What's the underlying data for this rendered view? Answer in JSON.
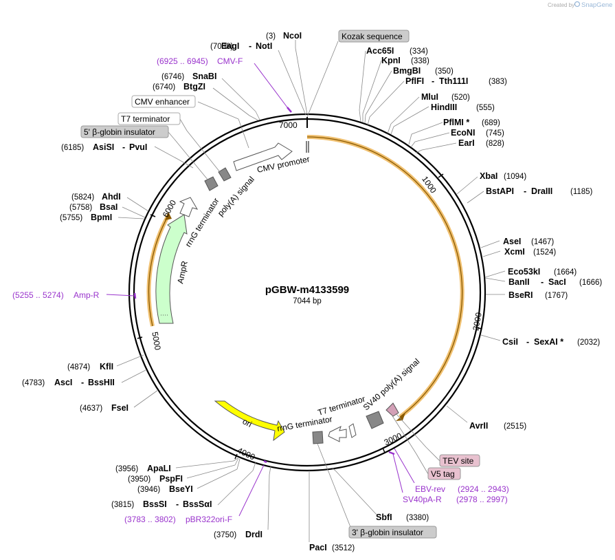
{
  "brand": {
    "created_by": "Created by",
    "app": "SnapGene"
  },
  "plasmid": {
    "name": "pGBW-m4133599",
    "length": "7044 bp"
  },
  "ticks": [
    "1000",
    "2000",
    "3000",
    "4000",
    "5000",
    "6000",
    "7000"
  ],
  "features": [
    {
      "name": "CMV enhancer"
    },
    {
      "name": "CMV promoter"
    },
    {
      "name": "T7 terminator"
    },
    {
      "name": "5' β-globin insulator"
    },
    {
      "name": "poly(A) signal"
    },
    {
      "name": "rrnG terminator"
    },
    {
      "name": "AmpR"
    },
    {
      "name": "ori"
    },
    {
      "name": "rrnG terminator"
    },
    {
      "name": "T7 terminator"
    },
    {
      "name": "SV40 poly(A) signal"
    },
    {
      "name": "Kozak sequence"
    },
    {
      "name": "TEV site"
    },
    {
      "name": "V5 tag"
    },
    {
      "name": "3' β-globin insulator"
    }
  ],
  "sites": [
    {
      "pos": "(3)",
      "name": "NcoI"
    },
    {
      "pos": "(7038)",
      "name": "EagI",
      "name2": "NotI"
    },
    {
      "pos": "(6746)",
      "name": "SnaBI"
    },
    {
      "pos": "(6740)",
      "name": "BtgZI"
    },
    {
      "pos": "(6185)",
      "name": "AsiSI",
      "name2": "PvuI"
    },
    {
      "pos": "(5824)",
      "name": "AhdI"
    },
    {
      "pos": "(5758)",
      "name": "BsaI"
    },
    {
      "pos": "(5755)",
      "name": "BpmI"
    },
    {
      "pos": "(4874)",
      "name": "KflI"
    },
    {
      "pos": "(4783)",
      "name": "AscI",
      "name2": "BssHII"
    },
    {
      "pos": "(4637)",
      "name": "FseI"
    },
    {
      "pos": "(3956)",
      "name": "ApaLI"
    },
    {
      "pos": "(3950)",
      "name": "PspFI"
    },
    {
      "pos": "(3946)",
      "name": "BseYI"
    },
    {
      "pos": "(3815)",
      "name": "BssSI",
      "name2": "BssSαI"
    },
    {
      "pos": "(3750)",
      "name": "DrdI"
    },
    {
      "pos": "(3512)",
      "name": "PacI"
    },
    {
      "pos": "(3380)",
      "name": "SbfI"
    },
    {
      "pos": "(2515)",
      "name": "AvrII"
    },
    {
      "pos": "(2032)",
      "name": "CsiI",
      "name2": "SexAI *"
    },
    {
      "pos": "(1767)",
      "name": "BseRI"
    },
    {
      "pos": "(1666)",
      "name": "BanII",
      "name2": "SacI"
    },
    {
      "pos": "(1664)",
      "name": "Eco53kI"
    },
    {
      "pos": "(1524)",
      "name": "XcmI"
    },
    {
      "pos": "(1467)",
      "name": "AseI"
    },
    {
      "pos": "(1185)",
      "name": "BstAPI",
      "name2": "DraIII"
    },
    {
      "pos": "(1094)",
      "name": "XbaI"
    },
    {
      "pos": "(828)",
      "name": "EarI"
    },
    {
      "pos": "(745)",
      "name": "EcoNI"
    },
    {
      "pos": "(689)",
      "name": "PflMI *"
    },
    {
      "pos": "(555)",
      "name": "HindIII"
    },
    {
      "pos": "(520)",
      "name": "MluI"
    },
    {
      "pos": "(383)",
      "name": "PflFI",
      "name2": "Tth111I"
    },
    {
      "pos": "(350)",
      "name": "BmgBI"
    },
    {
      "pos": "(338)",
      "name": "KpnI"
    },
    {
      "pos": "(334)",
      "name": "Acc65I"
    }
  ],
  "primers": [
    {
      "name": "CMV-F",
      "range": "(6925 .. 6945)"
    },
    {
      "name": "Amp-R",
      "range": "(5255 .. 5274)"
    },
    {
      "name": "pBR322ori-F",
      "range": "(3783 .. 3802)"
    },
    {
      "name": "EBV-rev",
      "range": "(2924 .. 2943)"
    },
    {
      "name": "SV40pA-R",
      "range": "(2978 .. 2997)"
    }
  ]
}
